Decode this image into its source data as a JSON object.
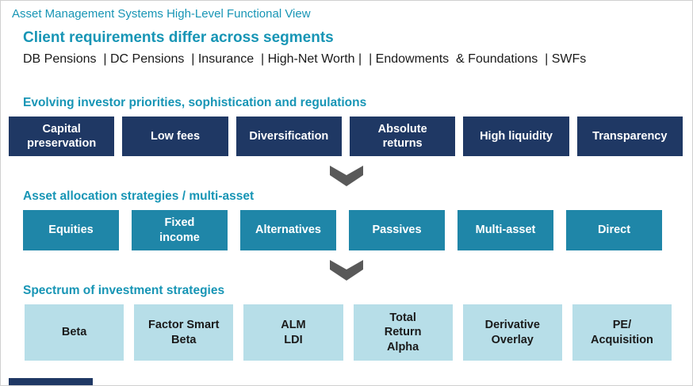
{
  "header": {
    "title": "Asset Management Systems High-Level Functional View"
  },
  "client": {
    "heading": "Client requirements differ across segments",
    "segments": "DB Pensions  | DC Pensions  | Insurance  | High-Net Worth |  | Endowments  & Foundations  | SWFs"
  },
  "priorities": {
    "heading": "Evolving investor priorities, sophistication and regulations",
    "items": [
      "Capital\npreservation",
      "Low fees",
      "Diversification",
      "Absolute\nreturns",
      "High liquidity",
      "Transparency"
    ]
  },
  "allocation": {
    "heading": "Asset allocation strategies / multi-asset",
    "items": [
      "Equities",
      "Fixed\nincome",
      "Alternatives",
      "Passives",
      "Multi-asset",
      "Direct"
    ]
  },
  "strategies": {
    "heading": "Spectrum of investment strategies",
    "items": [
      "Beta",
      "Factor Smart\nBeta",
      "ALM\nLDI",
      "Total\nReturn\nAlpha",
      "Derivative\nOverlay",
      "PE/\nAcquisition"
    ]
  },
  "colors": {
    "heading_teal": "#1795B5",
    "navy": "#1F3864",
    "teal": "#1F86A8",
    "light_blue": "#B7DEE8",
    "arrow": "#595959",
    "dark_text": "#1A1A1A"
  }
}
